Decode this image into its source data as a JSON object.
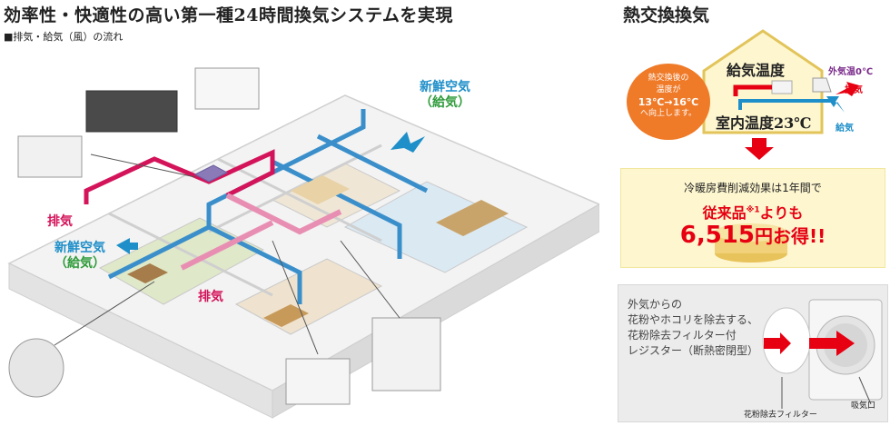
{
  "titles": {
    "main": "効率性・快適性の高い第一種24時間換気システムを実現",
    "sub": "■排気・給気（風）の流れ",
    "heat": "熱交換換気"
  },
  "floorplan": {
    "fresh_air_top": "新鮮空気",
    "fresh_air_top_sub": "（給気）",
    "fresh_air_left": "新鮮空気",
    "fresh_air_left_sub": "（給気）",
    "exhaust_left": "排気",
    "exhaust_center": "排気"
  },
  "heat_exchange": {
    "supply_temp": "給気温度",
    "room_temp": "室内温度23℃",
    "outside_temp": "外気温0℃",
    "exhaust": "排気",
    "supply": "給気",
    "bubble_line1": "熱交換後の",
    "bubble_line2": "温度が",
    "bubble_line3": "13℃→16℃",
    "bubble_line4": "へ向上します。"
  },
  "savings": {
    "line1": "冷暖房費削減効果は1年間で",
    "line2_a": "従来品",
    "line2_note": "※1",
    "line2_b": "よりも",
    "amount": "6,515",
    "unit": "円",
    "suffix": "お得!!"
  },
  "filter": {
    "text_line1": "外気からの",
    "text_line2": "花粉やホコリを除去する、",
    "text_line3": "花粉除去フィルター付",
    "text_line4": "レジスター（断熱密閉型）",
    "label_filter": "花粉除去フィルター",
    "label_inlet": "吸気口"
  },
  "colors": {
    "fresh_duct": "#3a8fcb",
    "exhaust_duct": "#d4145a",
    "bubble": "#ef7a28",
    "savings_red": "#e60012",
    "house_fill": "#fdf6cf"
  }
}
